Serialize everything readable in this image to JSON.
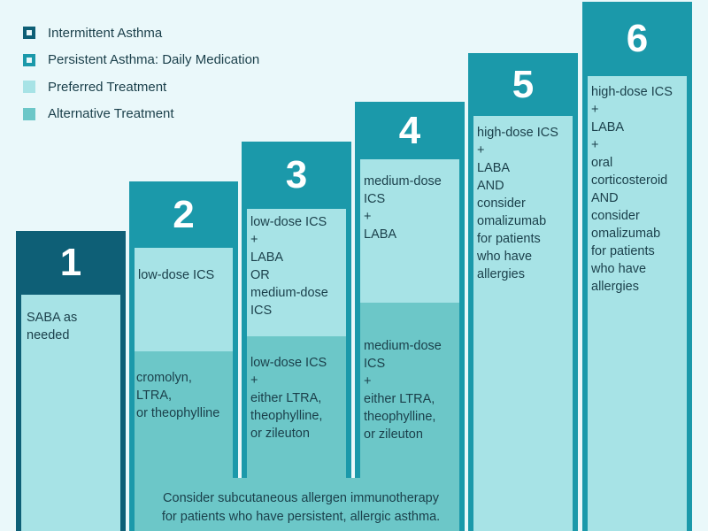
{
  "legend": {
    "items": [
      {
        "label": "Intermittent Asthma",
        "color": "#0e5f76"
      },
      {
        "label": "Persistent Asthma: Daily Medication",
        "color": "#1b99aa"
      },
      {
        "label": "Preferred Treatment",
        "color": "#a7e3e6"
      },
      {
        "label": "Alternative Treatment",
        "color": "#6cc7c8"
      }
    ]
  },
  "steps": [
    {
      "number": "1",
      "preferred": "SABA as\nneeded",
      "alternative": ""
    },
    {
      "number": "2",
      "preferred": "low-dose ICS",
      "alternative": "cromolyn,\nLTRA,\nor theophylline"
    },
    {
      "number": "3",
      "preferred": "low-dose ICS\n+\nLABA\nOR\nmedium-dose\nICS",
      "alternative": "low-dose ICS\n+\neither LTRA,\ntheophylline,\nor zileuton"
    },
    {
      "number": "4",
      "preferred": "medium-dose\nICS\n+\nLABA",
      "alternative": "medium-dose\nICS\n+\neither LTRA,\ntheophylline,\nor zileuton"
    },
    {
      "number": "5",
      "preferred": "high-dose ICS\n+\nLABA\nAND\nconsider\nomalizumab\nfor patients\nwho have\nallergies",
      "alternative": ""
    },
    {
      "number": "6",
      "preferred": "high-dose ICS\n+\nLABA\n+\noral\ncorticosteroid\nAND\nconsider\nomalizumab\nfor patients\nwho have\nallergies",
      "alternative": ""
    }
  ],
  "immunotherapy_note": "Consider subcutaneous allergen immunotherapy\nfor patients who have persistent, allergic asthma.",
  "colors": {
    "intermittent": "#0e5f76",
    "persistent": "#1b99aa",
    "preferred": "#a7e3e6",
    "alternative": "#6cc7c8"
  }
}
